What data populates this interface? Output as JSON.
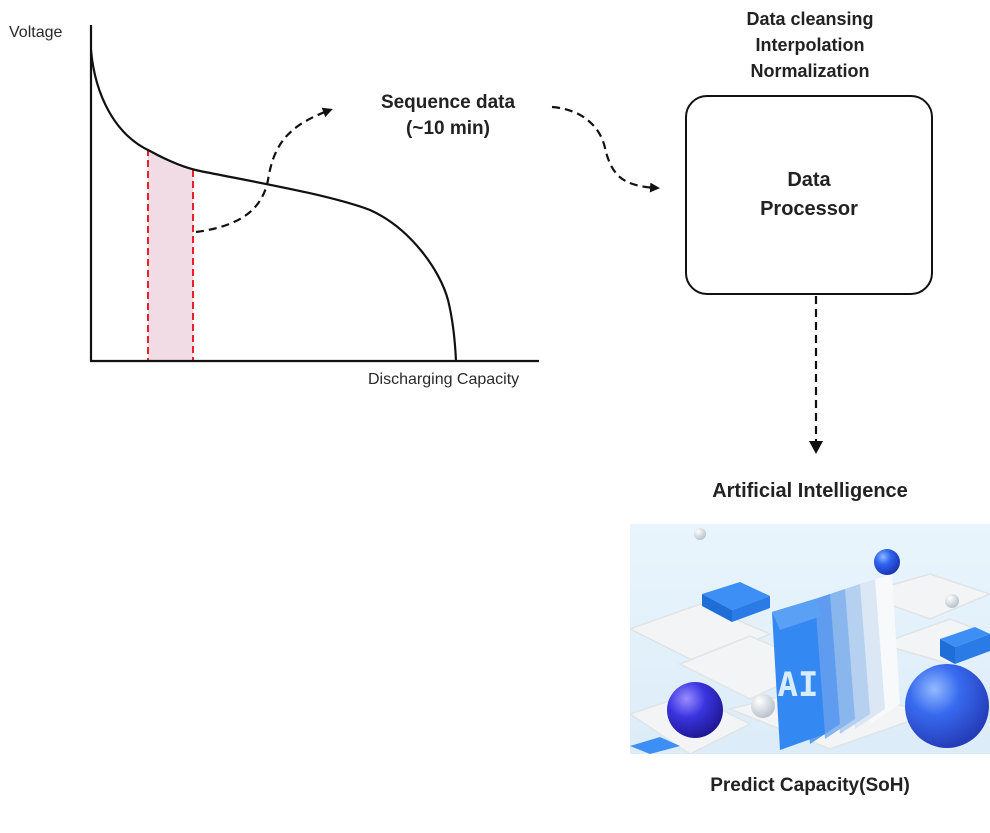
{
  "chart": {
    "y_axis_label": "Voltage",
    "x_axis_label": "Discharging Capacity",
    "curve_description": "voltage discharge curve",
    "highlight_band_color": "#f1dce6",
    "highlight_border_color": "#e8202a"
  },
  "labels": {
    "sequence_data_line1": "Sequence data",
    "sequence_data_line2": "(~10 min)",
    "processing_steps": [
      "Data cleansing",
      "Interpolation",
      "Normalization"
    ],
    "processor_line1": "Data",
    "processor_line2": "Processor",
    "ai_title": "Artificial Intelligence",
    "ai_image_text": "AI",
    "output": "Predict Capacity(SoH)"
  },
  "colors": {
    "line": "#111111",
    "ai_blue": "#2f7ff0",
    "ai_bg": "#e6f3fc"
  }
}
